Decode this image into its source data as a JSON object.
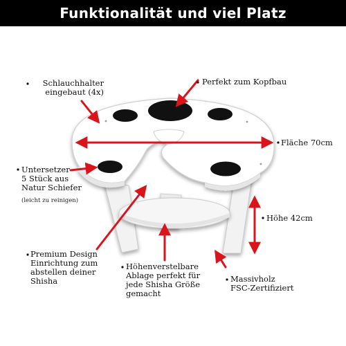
{
  "banner": {
    "title": "Funktionalität und viel Platz",
    "background": "#000000",
    "color": "#ffffff"
  },
  "callouts": {
    "hose_holder": "Schlauchhalter\neingebaut (4x)",
    "head_build": "Perfekt zum Kopfbau",
    "surface": "Fläche 70cm",
    "coasters": "Untersetzer\n5 Stück aus\nNatur Schiefer",
    "coasters_note": "(leicht zu reinigen)",
    "height": "Höhe 42cm",
    "design": "Premium Design\nEinrichtung zum\nabstellen deiner\nShisha",
    "shelf": "Höhenverstelbare\nAblage perfekt für\njede Shisha Größe\ngemacht",
    "wood": "Massivholz\nFSC-Zertifiziert"
  },
  "colors": {
    "arrow": "#d9141b",
    "slate": "#111111",
    "table": "#ffffff"
  }
}
